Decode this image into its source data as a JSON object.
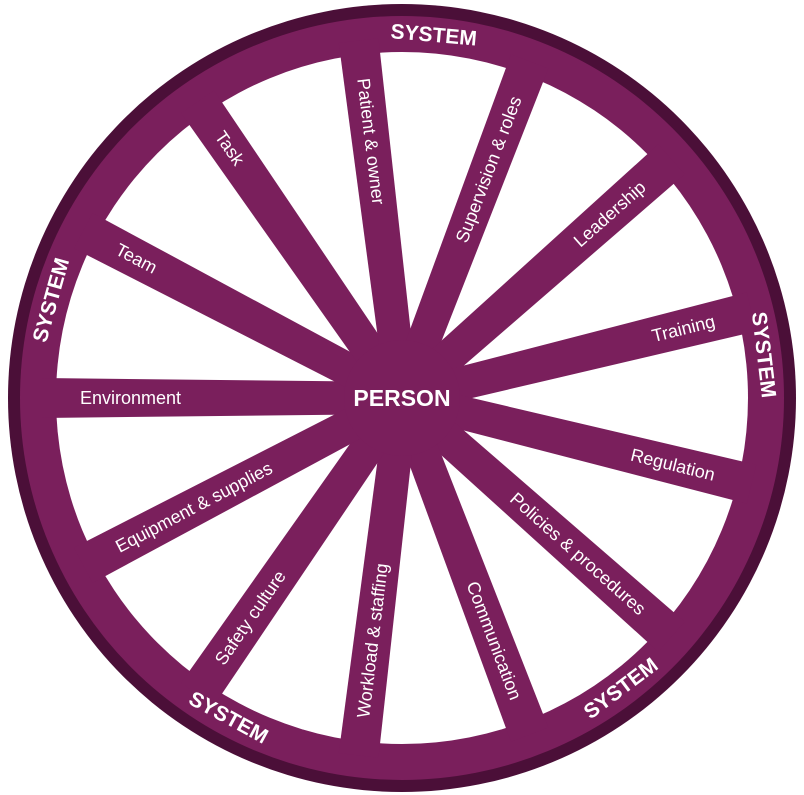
{
  "center_label": "PERSON",
  "ring_label": "SYSTEM",
  "ring_label_count": 5,
  "spokes": [
    {
      "label": "Environment"
    },
    {
      "label": "Team"
    },
    {
      "label": "Task"
    },
    {
      "label": "Patient & owner"
    },
    {
      "label": "Supervision & roles"
    },
    {
      "label": "Leadership"
    },
    {
      "label": "Training"
    },
    {
      "label": "Regulation"
    },
    {
      "label": "Policies & procedures"
    },
    {
      "label": "Communication"
    },
    {
      "label": "Workload & staffing"
    },
    {
      "label": "Safety culture"
    },
    {
      "label": "Equipment & supplies"
    }
  ],
  "colors": {
    "purple": "#7a1f5c",
    "dark": "#4b0f38",
    "text": "#ffffff"
  }
}
